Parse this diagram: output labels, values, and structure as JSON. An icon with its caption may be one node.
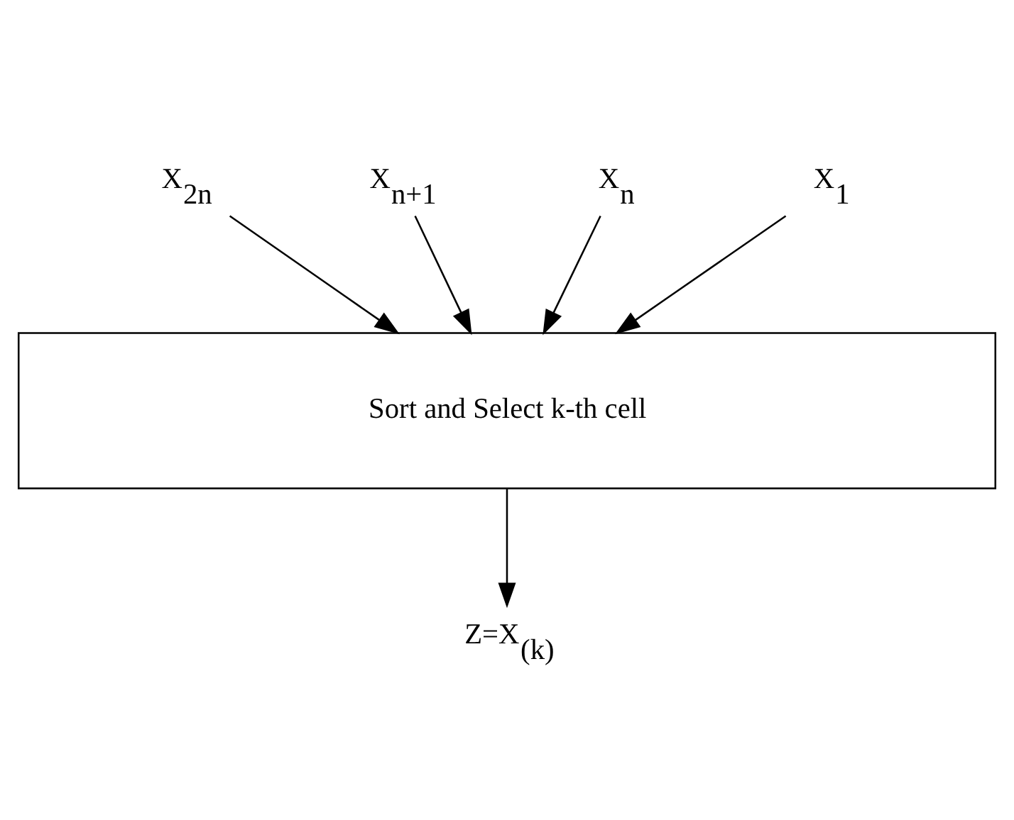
{
  "diagram": {
    "nodes": [
      {
        "text": [
          "X$_{2n}$"
        ]
      },
      {
        "text": [
          "X$_{n+1}$"
        ]
      },
      {
        "text": [
          "X$_{n}$"
        ]
      },
      {
        "text": [
          "X$_{1}$"
        ]
      },
      {
        "text": [
          "Sort and Select k-th cell"
        ]
      },
      {
        "text": [
          "Z=X$_{(k)}$"
        ]
      }
    ],
    "edges": [
      {
        "from": 0,
        "to": 4,
        "arrow": "to"
      },
      {
        "from": 1,
        "to": 4,
        "arrow": "to"
      },
      {
        "from": 2,
        "to": 4,
        "arrow": "to"
      },
      {
        "from": 3,
        "to": 4,
        "arrow": "to"
      },
      {
        "from": 4,
        "to": 5,
        "arrow": "to"
      }
    ]
  }
}
